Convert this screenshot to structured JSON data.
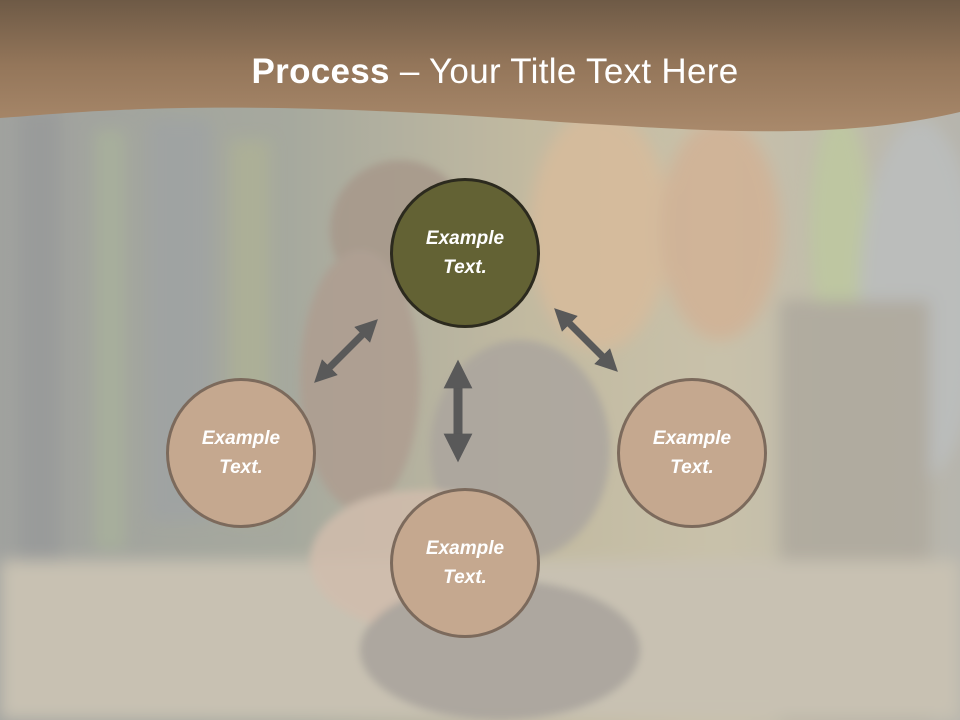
{
  "title": {
    "bold": "Process",
    "rest": " – Your Title Text Here"
  },
  "colors": {
    "header_band": "#9a7a5a",
    "main_node": "#636234",
    "sub_node": "#c5a88f",
    "arrow": "#5a5a5a"
  },
  "nodes": {
    "top": "Example Text.",
    "left": "Example Text.",
    "center": "Example Text.",
    "right": "Example Text."
  },
  "background": {
    "description_icon": "photo-background"
  }
}
